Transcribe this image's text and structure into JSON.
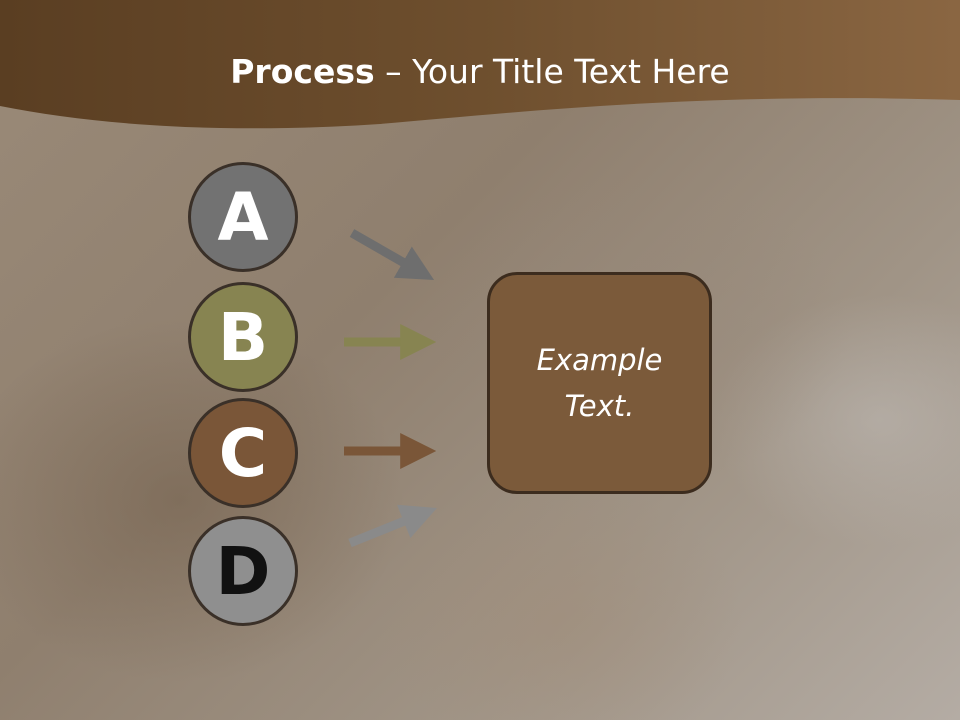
{
  "slide": {
    "title_bold": "Process",
    "title_rest": " – Your Title Text Here"
  },
  "steps": [
    {
      "letter": "A",
      "fill": "#727272",
      "text_color": "#ffffff"
    },
    {
      "letter": "B",
      "fill": "#878451",
      "text_color": "#ffffff"
    },
    {
      "letter": "C",
      "fill": "#7a5638",
      "text_color": "#ffffff"
    },
    {
      "letter": "D",
      "fill": "#8f8f8f",
      "text_color": "#111111"
    }
  ],
  "arrow_colors": [
    "#6e6e6e",
    "#878451",
    "#7a5638",
    "#8a8a8a"
  ],
  "header_color": "#6b4d2c",
  "result_box": {
    "line1": "Example",
    "line2": "Text."
  }
}
